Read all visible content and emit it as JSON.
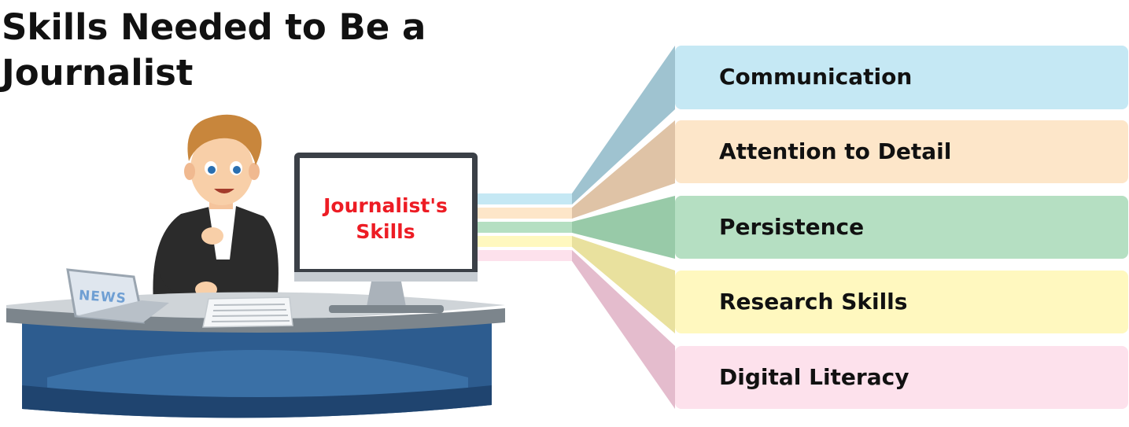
{
  "title": "Skills Needed to Be a Journalist",
  "screen_text": "Journalist's Skills",
  "laptop_label": "NEWS",
  "skills": [
    {
      "label": "Communication",
      "box_color": "#c5e8f4",
      "wedge_color": "#9fc3d0",
      "strip_color": "#c5e8f4"
    },
    {
      "label": "Attention to Detail",
      "box_color": "#fde6c9",
      "wedge_color": "#dfc3a6",
      "strip_color": "#fde6c9"
    },
    {
      "label": "Persistence",
      "box_color": "#b5dfc2",
      "wedge_color": "#98caa8",
      "strip_color": "#b5dfc2"
    },
    {
      "label": "Research Skills",
      "box_color": "#fff8bf",
      "wedge_color": "#e9e19e",
      "strip_color": "#fff8bf"
    },
    {
      "label": "Digital Literacy",
      "box_color": "#fde1ec",
      "wedge_color": "#e4bccd",
      "strip_color": "#fde1ec"
    }
  ]
}
